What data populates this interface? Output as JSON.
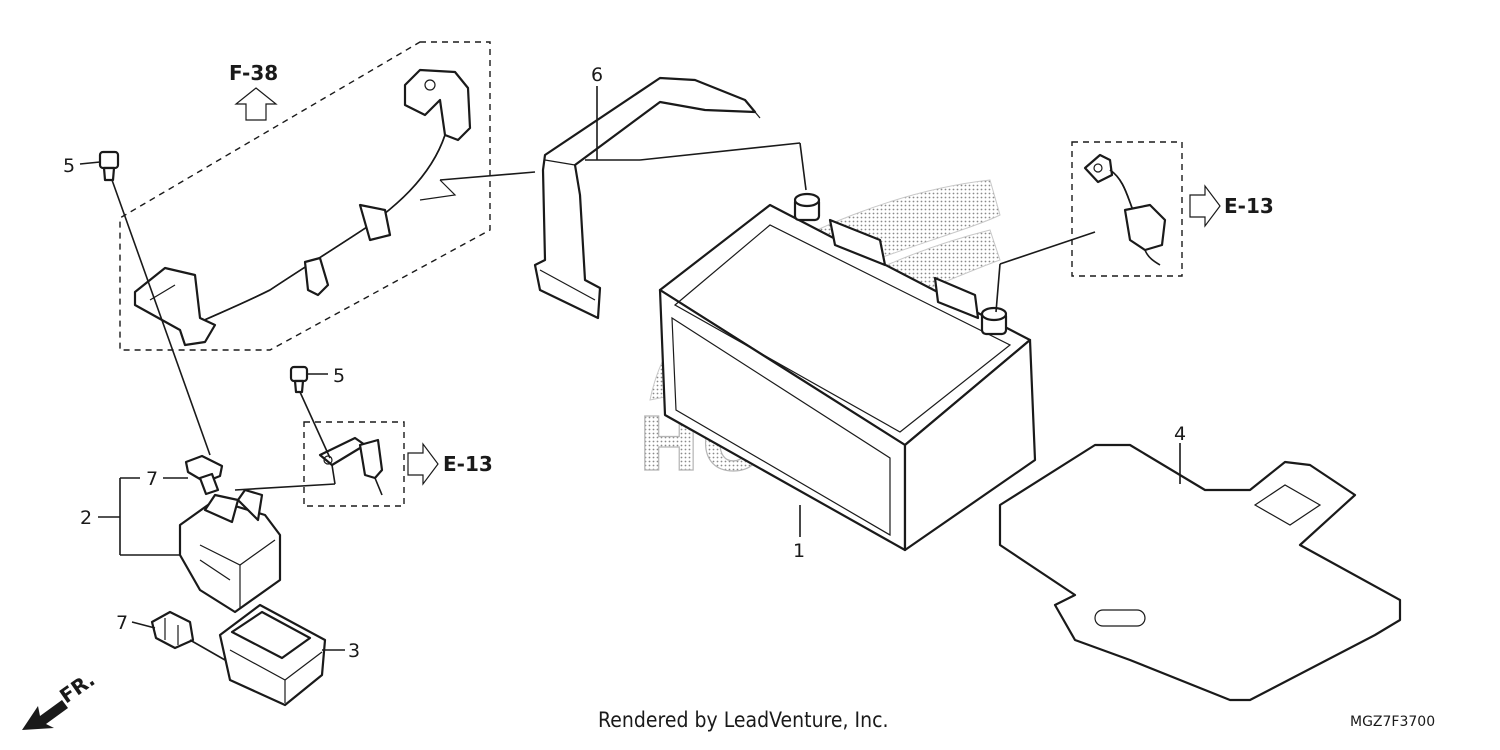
{
  "callouts": {
    "c1": "1",
    "c2": "2",
    "c3": "3",
    "c4": "4",
    "c5a": "5",
    "c5b": "5",
    "c6": "6",
    "c7a": "7",
    "c7b": "7"
  },
  "references": {
    "f38": "F-38",
    "e13_right": "E-13",
    "e13_left": "E-13",
    "front": "FR."
  },
  "watermark": {
    "text": "HONDA"
  },
  "footer": {
    "credit": "Rendered by LeadVenture, Inc.",
    "code": "MGZ7F3700"
  }
}
